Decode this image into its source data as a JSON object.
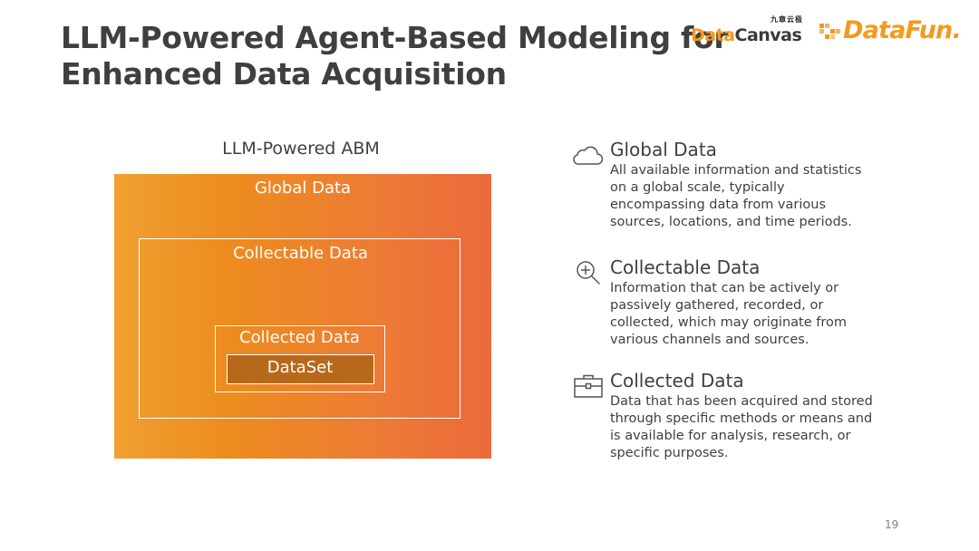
{
  "title": {
    "line1": "LLM-Powered Agent-Based Modeling for",
    "line2": "Enhanced Data Acquisition"
  },
  "logos": {
    "datacanvas_cn": "九章云极",
    "datacanvas_a": "Data",
    "datacanvas_b": "Canvas",
    "datafun": "DataFun."
  },
  "diagram": {
    "label": "LLM-Powered ABM",
    "global": "Global Data",
    "collectable": "Collectable Data",
    "collected": "Collected Data",
    "dataset": "DataSet"
  },
  "items": [
    {
      "icon": "cloud-icon",
      "heading": "Global Data",
      "text": "All available information and statistics on a global scale, typically encompassing data from various sources, locations, and time periods."
    },
    {
      "icon": "magnifier-plus-icon",
      "heading": "Collectable Data",
      "text": "Information that can be actively or passively gathered, recorded, or collected, which may originate from various channels and sources."
    },
    {
      "icon": "briefcase-icon",
      "heading": "Collected Data",
      "text": "Data that has been acquired and stored through specific methods or means and is available for analysis, research, or specific purposes."
    }
  ],
  "page_number": "19",
  "colors": {
    "accent": "#ed8c1e",
    "title_text": "#3f3f3f",
    "dataset_fill": "#b8681a"
  }
}
